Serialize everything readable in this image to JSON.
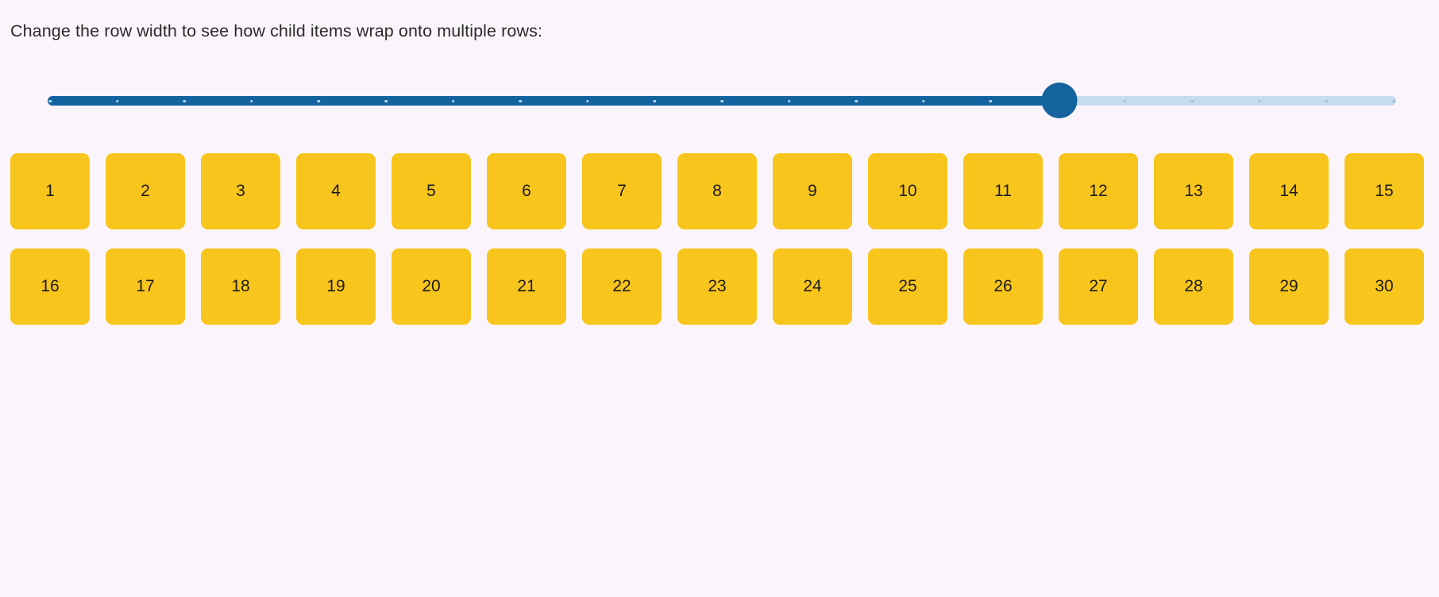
{
  "page": {
    "background_color": "#fbf5fb",
    "instruction": "Change the row width to see how child items wrap onto multiple rows:"
  },
  "slider": {
    "name": "row-width-slider",
    "orientation": "horizontal",
    "min": 0,
    "max": 20,
    "value": 15,
    "tick_count": 21,
    "value_percent": 75,
    "filled_color": "#15639e",
    "track_color": "#c6dced",
    "thumb_color": "#15639e",
    "tick_color": "#9cc0dd",
    "tick_color_on_fill": "#bcd6ea"
  },
  "items": {
    "count": 30,
    "per_row": 15,
    "box_color": "#f8c51c",
    "label_color": "#1e1c17",
    "labels": [
      "1",
      "2",
      "3",
      "4",
      "5",
      "6",
      "7",
      "8",
      "9",
      "10",
      "11",
      "12",
      "13",
      "14",
      "15",
      "16",
      "17",
      "18",
      "19",
      "20",
      "21",
      "22",
      "23",
      "24",
      "25",
      "26",
      "27",
      "28",
      "29",
      "30"
    ]
  }
}
